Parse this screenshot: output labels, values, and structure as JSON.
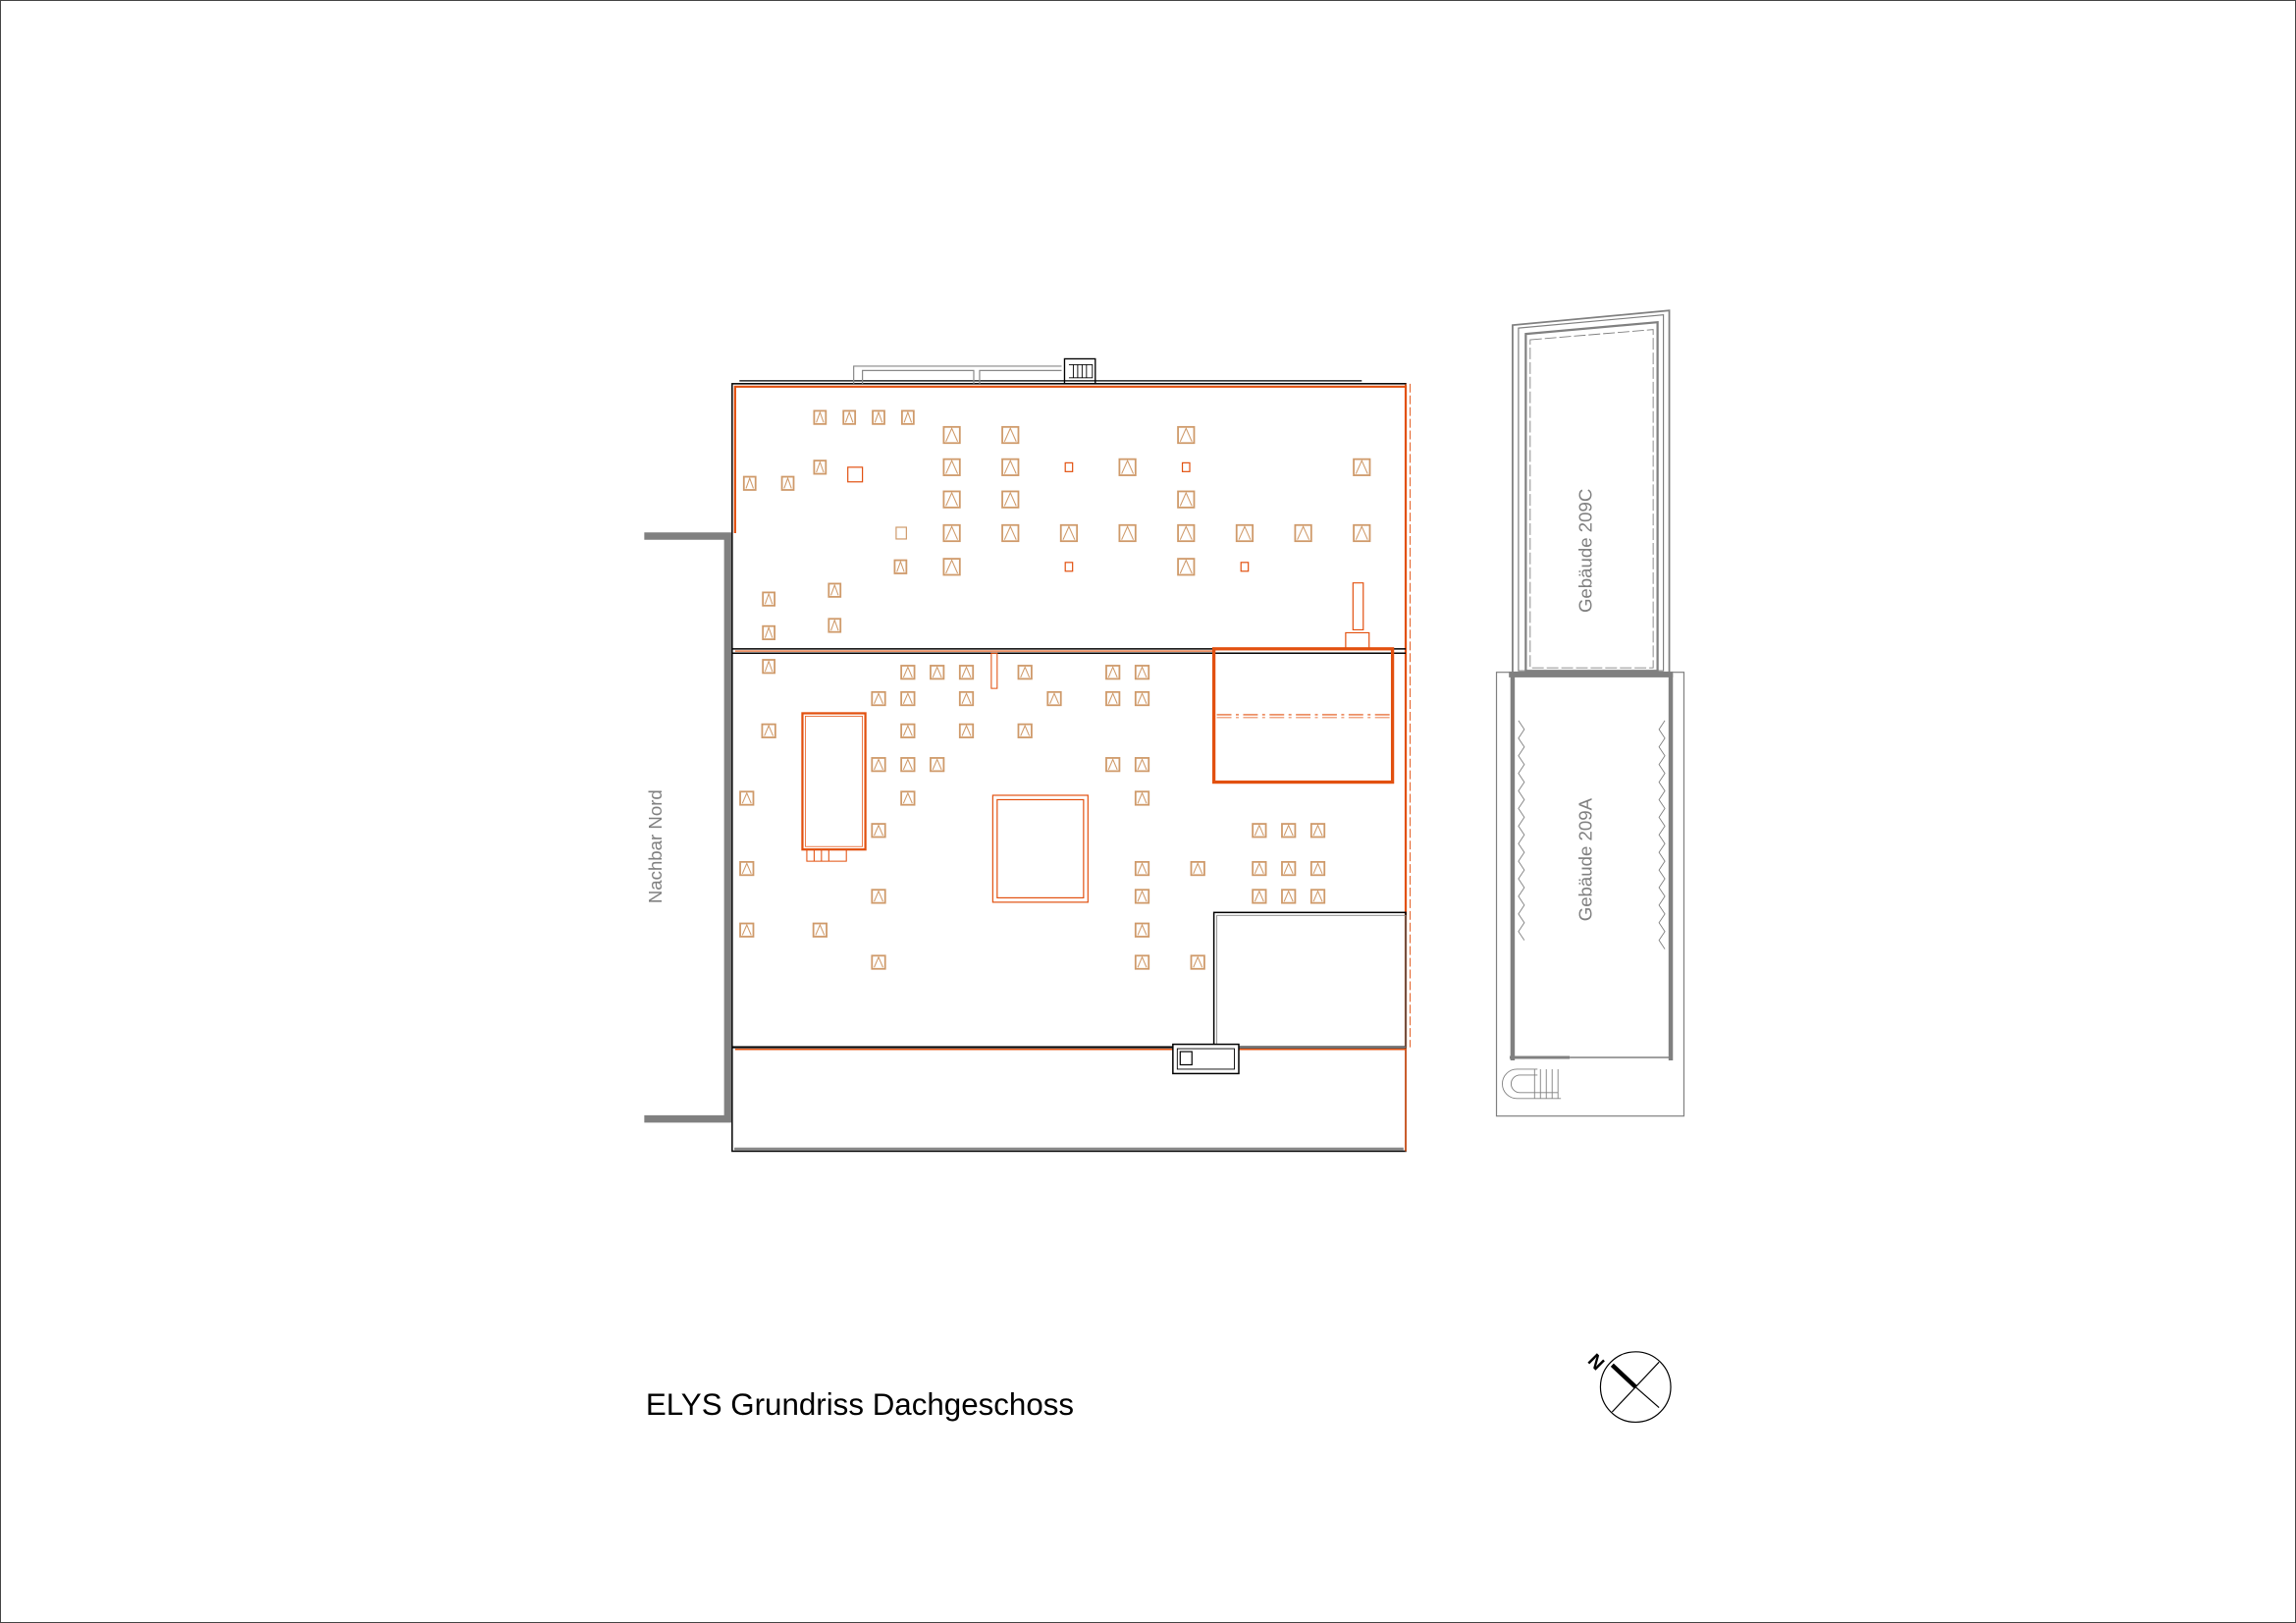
{
  "drawing": {
    "title": "ELYS Grundriss Dachgeschoss",
    "neighbor_label": "Nachbar Nord",
    "building_c_label": "Gebäude 209C",
    "building_a_label": "Gebäude 209A",
    "north_label": "N"
  },
  "colors": {
    "orange": "#e2500f",
    "skylight": "#cf9a6a",
    "wall_grey": "#808080",
    "line": "#000000"
  }
}
